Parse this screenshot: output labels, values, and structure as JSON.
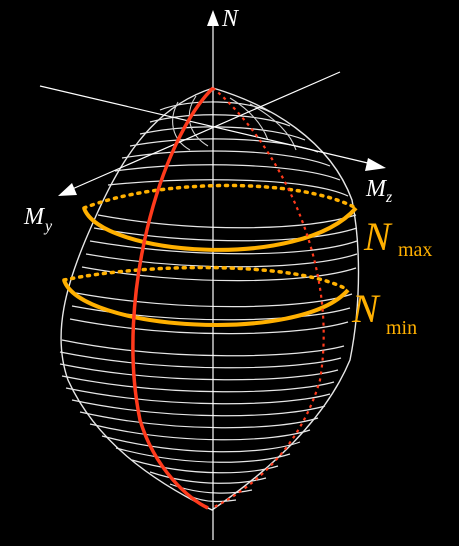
{
  "axes": {
    "n_label": "N",
    "my_label": "M",
    "my_sub": "y",
    "mz_label": "M",
    "mz_sub": "z"
  },
  "levels": {
    "nmax_label": "N",
    "nmax_sub": "max",
    "nmin_label": "N",
    "nmin_sub": "min"
  },
  "colors": {
    "background": "#000000",
    "mesh": "#e6e6e6",
    "axis": "#ffffff",
    "meridian": "#ff3a1c",
    "level": "#ffb000"
  }
}
